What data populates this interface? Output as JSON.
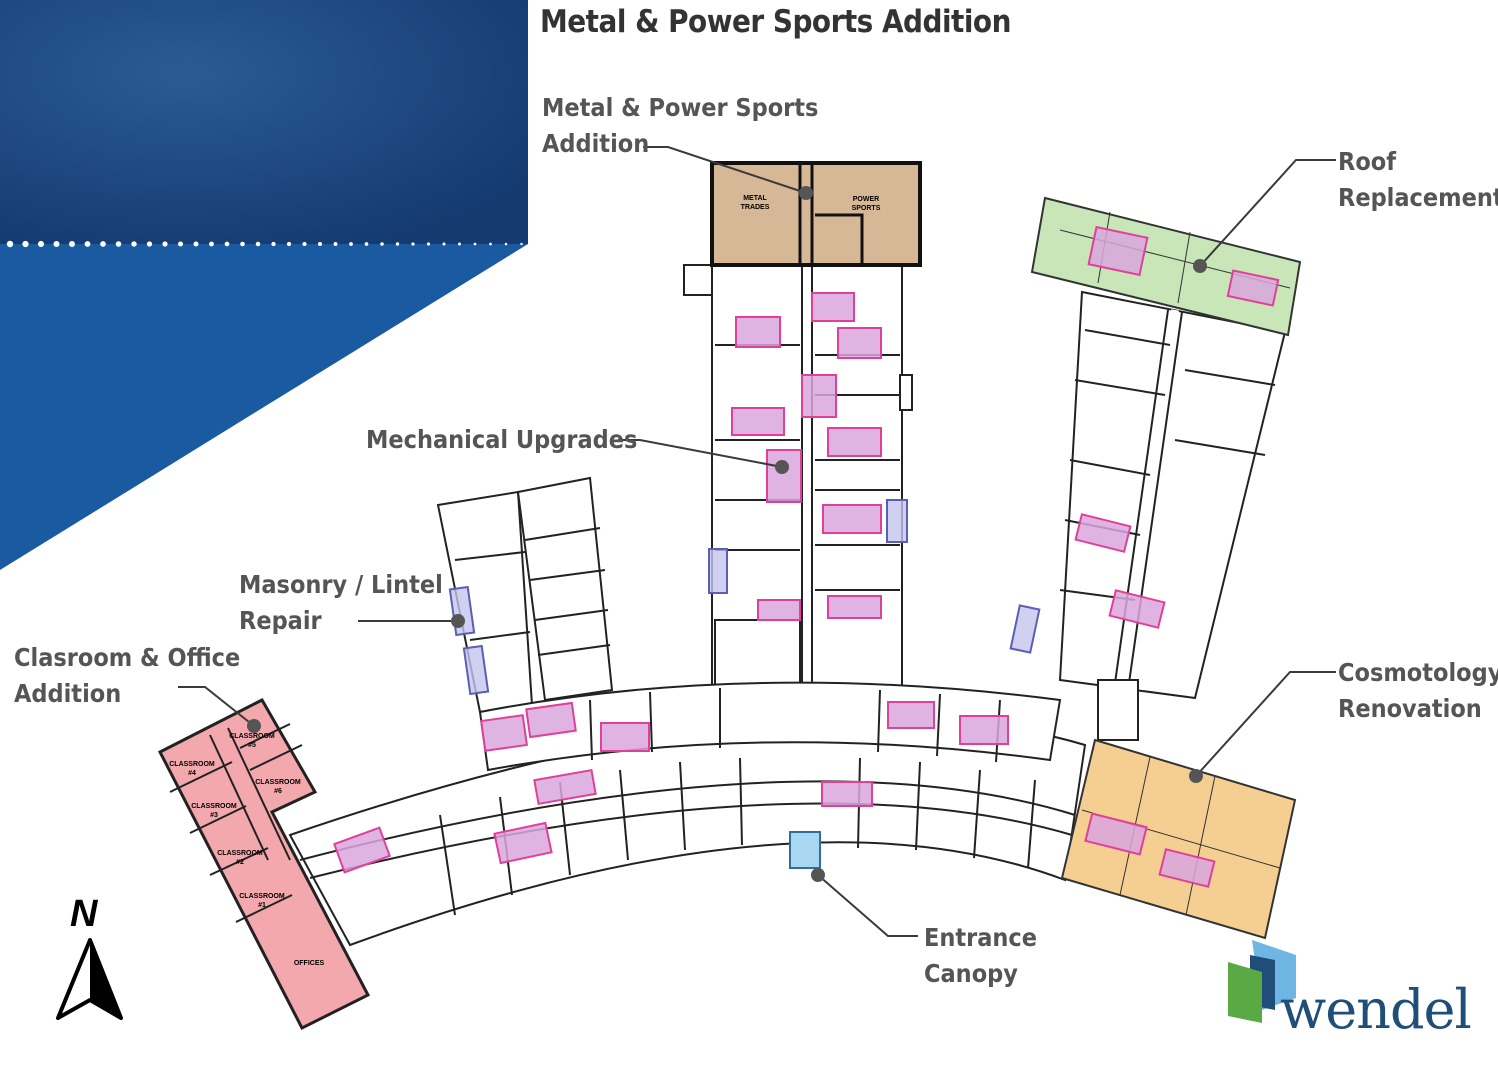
{
  "page_title": "Metal & Power Sports Addition",
  "callouts": {
    "metal_power_sports": [
      "Metal & Power Sports",
      "Addition"
    ],
    "roof": [
      "Roof",
      "Replacement"
    ],
    "mechanical": "Mechanical Upgrades",
    "masonry": [
      "Masonry / Lintel",
      "Repair"
    ],
    "classroom_office": [
      "Clasroom & Office",
      "Addition"
    ],
    "cosmetology": [
      "Cosmotology",
      "Renovation"
    ],
    "entrance": [
      "Entrance",
      "Canopy"
    ]
  },
  "addition_labels": {
    "metal_trades": [
      "METAL",
      "TRADES"
    ],
    "power_sports": [
      "POWER",
      "SPORTS"
    ]
  },
  "classroom_addition_rooms": [
    "CLASSROOM #5",
    "CLASSROOM #4",
    "CLASSROOM #6",
    "CLASSROOM #3",
    "CLASSROOM #2",
    "CLASSROOM #1",
    "OFFICES"
  ],
  "compass_letter": "N",
  "brand_name": "wendel",
  "colors": {
    "navy_panel": "#163f78",
    "blue_triangle": "#1a5aa0",
    "addition_fill": "#d7b896",
    "roof_fill": "#c8e6b8",
    "cosmetology_fill": "#f5cf92",
    "classroom_fill": "#f2a8ad",
    "canopy_fill": "#a9d6f1",
    "mechanical_mark": "#c36fc9",
    "masonry_mark": "#7b7fc9"
  }
}
